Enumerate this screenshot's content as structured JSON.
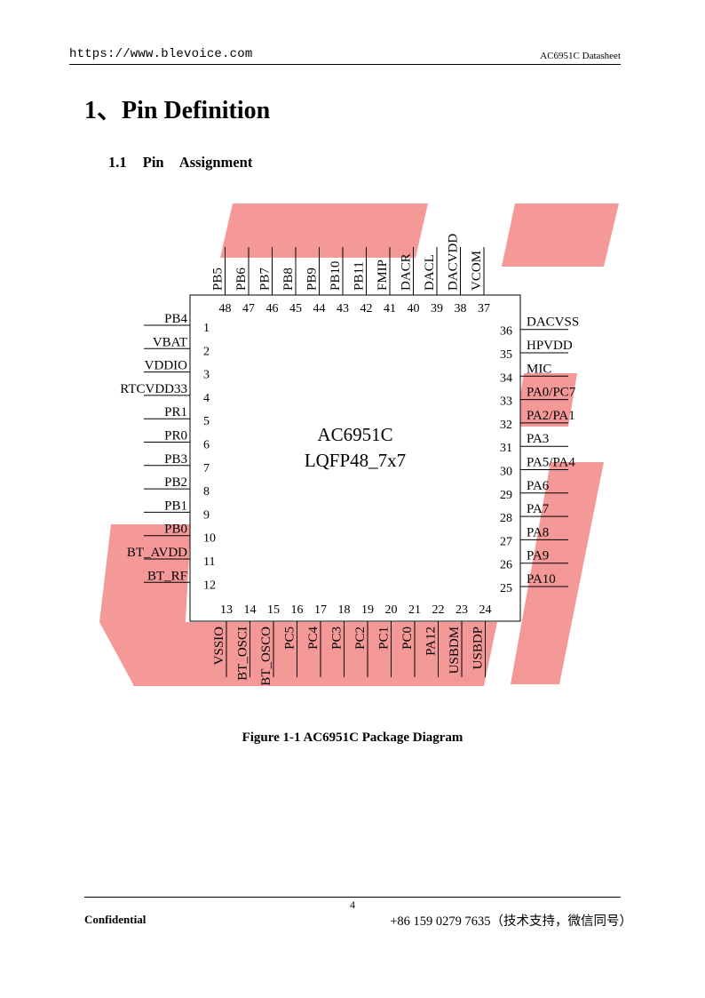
{
  "header": {
    "url": "https://www.blevoice.com",
    "doc_title": "AC6951C Datasheet"
  },
  "section_title": "1、Pin Definition",
  "subsection_title": "1.1 Pin Assignment",
  "chip": {
    "part": "AC6951C",
    "package": "LQFP48_7x7"
  },
  "pins": {
    "left": [
      {
        "num": "1",
        "name": "PB4"
      },
      {
        "num": "2",
        "name": "VBAT"
      },
      {
        "num": "3",
        "name": "VDDIO"
      },
      {
        "num": "4",
        "name": "RTCVDD33"
      },
      {
        "num": "5",
        "name": "PR1"
      },
      {
        "num": "6",
        "name": "PR0"
      },
      {
        "num": "7",
        "name": "PB3"
      },
      {
        "num": "8",
        "name": "PB2"
      },
      {
        "num": "9",
        "name": "PB1"
      },
      {
        "num": "10",
        "name": "PB0"
      },
      {
        "num": "11",
        "name": "BT_AVDD"
      },
      {
        "num": "12",
        "name": "BT_RF"
      }
    ],
    "bottom": [
      {
        "num": "13",
        "name": "VSSIO"
      },
      {
        "num": "14",
        "name": "BT_OSCI"
      },
      {
        "num": "15",
        "name": "BT_OSCO"
      },
      {
        "num": "16",
        "name": "PC5"
      },
      {
        "num": "17",
        "name": "PC4"
      },
      {
        "num": "18",
        "name": "PC3"
      },
      {
        "num": "19",
        "name": "PC2"
      },
      {
        "num": "20",
        "name": "PC1"
      },
      {
        "num": "21",
        "name": "PC0"
      },
      {
        "num": "22",
        "name": "PA12"
      },
      {
        "num": "23",
        "name": "USBDM"
      },
      {
        "num": "24",
        "name": "USBDP"
      }
    ],
    "right": [
      {
        "num": "25",
        "name": "PA10"
      },
      {
        "num": "26",
        "name": "PA9"
      },
      {
        "num": "27",
        "name": "PA8"
      },
      {
        "num": "28",
        "name": "PA7"
      },
      {
        "num": "29",
        "name": "PA6"
      },
      {
        "num": "30",
        "name": "PA5/PA4"
      },
      {
        "num": "31",
        "name": "PA3"
      },
      {
        "num": "32",
        "name": "PA2/PA1"
      },
      {
        "num": "33",
        "name": "PA0/PC7"
      },
      {
        "num": "34",
        "name": "MIC"
      },
      {
        "num": "35",
        "name": "HPVDD"
      },
      {
        "num": "36",
        "name": "DACVSS"
      }
    ],
    "top": [
      {
        "num": "37",
        "name": "VCOM"
      },
      {
        "num": "38",
        "name": "DACVDD"
      },
      {
        "num": "39",
        "name": "DACL"
      },
      {
        "num": "40",
        "name": "DACR"
      },
      {
        "num": "41",
        "name": "FMIP"
      },
      {
        "num": "42",
        "name": "PB11"
      },
      {
        "num": "43",
        "name": "PB10"
      },
      {
        "num": "44",
        "name": "PB9"
      },
      {
        "num": "45",
        "name": "PB8"
      },
      {
        "num": "46",
        "name": "PB7"
      },
      {
        "num": "47",
        "name": "PB6"
      },
      {
        "num": "48",
        "name": "PB5"
      }
    ]
  },
  "figure_caption": "Figure 1-1 AC6951C Package Diagram",
  "footer": {
    "page": "4",
    "left": "Confidential",
    "right": "+86 159 0279 7635（技术支持，微信同号）"
  },
  "colors": {
    "watermark": "#f28686",
    "line": "#000000"
  }
}
